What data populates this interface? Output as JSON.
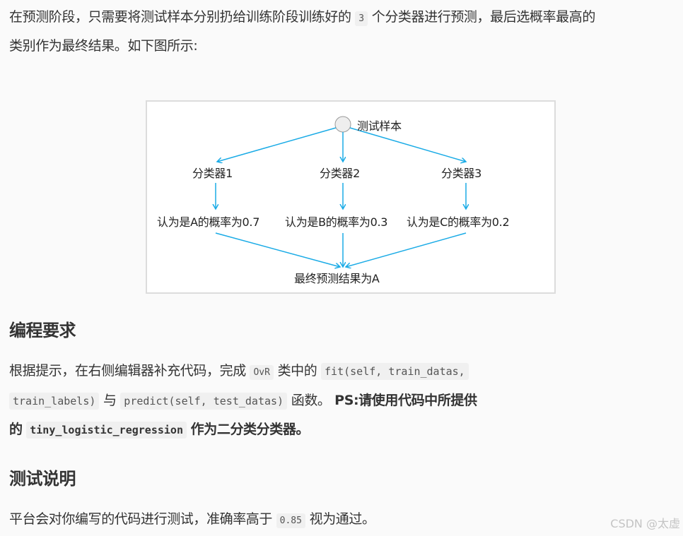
{
  "intro": {
    "line1_part1": "在预测阶段，只需要将测试样本分别扔给训练阶段训练好的",
    "line1_code": "3",
    "line1_part2": "个分类器进行预测，最后选概率最高的",
    "line2": "类别作为最终结果。如下图所示:"
  },
  "figure": {
    "root_label": "测试样本",
    "classifiers": [
      "分类器1",
      "分类器2",
      "分类器3"
    ],
    "probabilities": [
      "认为是A的概率为0.7",
      "认为是B的概率为0.3",
      "认为是C的概率为0.2"
    ],
    "result": "最终预测结果为A",
    "arrow_color": "#1aabe6",
    "node_fill": "#eeeeee",
    "node_stroke": "#999999"
  },
  "section_programming": {
    "heading": "编程要求",
    "text1": "根据提示，在右侧编辑器补充代码，完成",
    "code_class": "OvR",
    "text2": "类中的",
    "code_fit_line1": "fit(self, train_datas,",
    "code_fit_line2": "train_labels)",
    "text3": "与",
    "code_predict": "predict(self, test_datas)",
    "text4": "函数。",
    "bold1": "PS:请使用代码中所提供",
    "bold2": "的",
    "code_tlr": "tiny_logistic_regression",
    "bold3": "作为二分类分类器。"
  },
  "section_test": {
    "heading": "测试说明",
    "text1": "平台会对你编写的代码进行测试，准确率高于",
    "code_threshold": "0.85",
    "text2": "视为通过。"
  },
  "watermark": "CSDN @太虚"
}
